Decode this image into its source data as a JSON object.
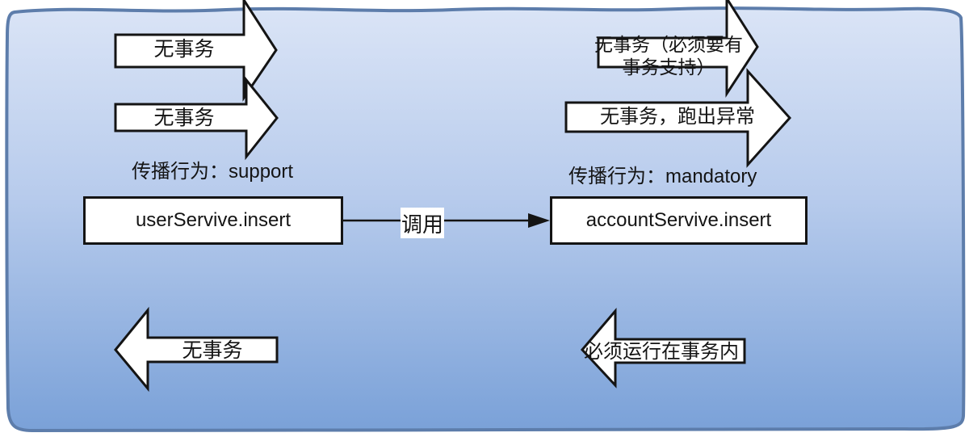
{
  "colors": {
    "background_top": "#dae4f6",
    "background_mid": "#b7cbec",
    "background_bottom": "#7aa1d8",
    "canvas_border": "#5d7dab",
    "shape_fill": "#ffffff",
    "shape_stroke": "#141414",
    "connector_stroke": "#141414",
    "text": "#141414"
  },
  "support_group": {
    "arrow_top_label": "无事务",
    "arrow_bottom_label": "无事务",
    "propagation_label": "传播行为：support",
    "service_box_label": "userServive.insert",
    "result_arrow_label": "无事务"
  },
  "mandatory_group": {
    "arrow_top_label_line1": "无事务（必须要有",
    "arrow_top_label_line2": "事务支持）",
    "arrow_bottom_label": "无事务，跑出异常",
    "propagation_label": "传播行为：mandatory",
    "service_box_label": "accountServive.insert",
    "result_arrow_label": "必须运行在事务内"
  },
  "connector": {
    "label": "调用"
  }
}
